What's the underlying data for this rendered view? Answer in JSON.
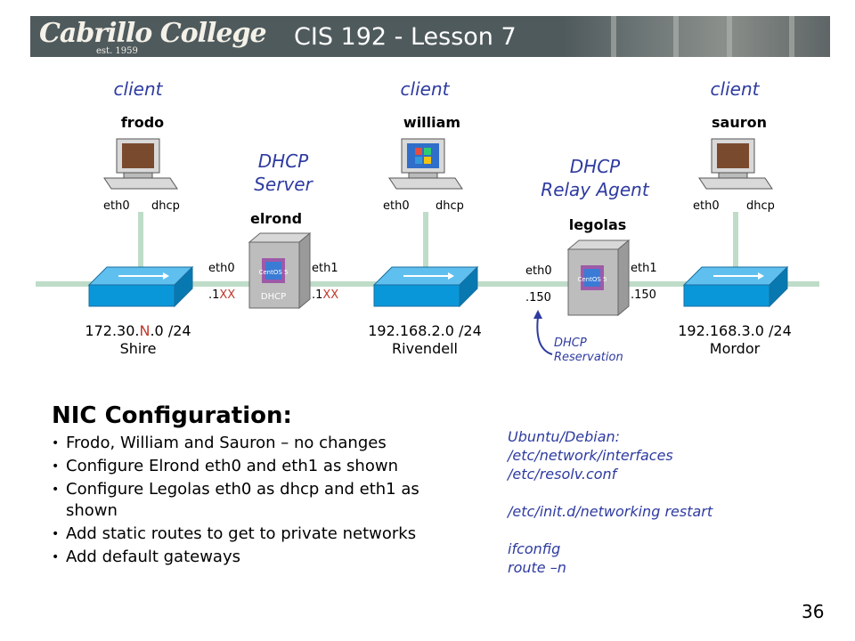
{
  "header": {
    "logo_text": "Cabrillo College",
    "logo_est": "est. 1959",
    "title": "CIS 192 - Lesson 7"
  },
  "hosts": {
    "frodo": {
      "role": "client",
      "name": "frodo",
      "iface": "eth0",
      "mode": "dhcp"
    },
    "william": {
      "role": "client",
      "name": "william",
      "iface": "eth0",
      "mode": "dhcp"
    },
    "sauron": {
      "role": "client",
      "name": "sauron",
      "iface": "eth0",
      "mode": "dhcp"
    }
  },
  "servers": {
    "elrond": {
      "role_line1": "DHCP",
      "role_line2": "Server",
      "name": "elrond",
      "left_iface": "eth0",
      "left_ip_prefix": ".1",
      "left_ip_suffix": "XX",
      "right_iface": "eth1",
      "right_ip_prefix": ".1",
      "right_ip_suffix": "XX",
      "badge": "DHCP",
      "os_label": "CentOS 5"
    },
    "legolas": {
      "role_line1": "DHCP",
      "role_line2": "Relay Agent",
      "name": "legolas",
      "left_iface": "eth0",
      "left_ip": ".150",
      "right_iface": "eth1",
      "right_ip": ".150",
      "os_label": "CentOS 5"
    }
  },
  "networks": {
    "shire": {
      "prefix": "172.30.",
      "var": "N",
      "suffix": ".0 /24",
      "name": "Shire"
    },
    "rivendell": {
      "cidr": "192.168.2.0 /24",
      "name": "Rivendell"
    },
    "mordor": {
      "cidr": "192.168.3.0 /24",
      "name": "Mordor"
    }
  },
  "annotation": {
    "line1": "DHCP",
    "line2": "Reservation"
  },
  "nic_config": {
    "heading": "NIC Configuration:",
    "bullets": [
      "Frodo, William and Sauron – no changes",
      "Configure Elrond eth0 and eth1 as shown",
      "Configure Legolas eth0 as dhcp and eth1 as shown",
      "Add static routes to get to private networks",
      "Add default gateways"
    ]
  },
  "commands": {
    "text": "Ubuntu/Debian:\n/etc/network/interfaces\n/etc/resolv.conf\n\n/etc/init.d/networking restart\n\nifconfig\nroute –n"
  },
  "page_number": "36",
  "colors": {
    "banner": "#4f5a5d",
    "accent_blue": "#2e3ba0",
    "switch_blue": "#0a97d9",
    "cable": "#bfdcc9",
    "red": "#c0392b"
  }
}
